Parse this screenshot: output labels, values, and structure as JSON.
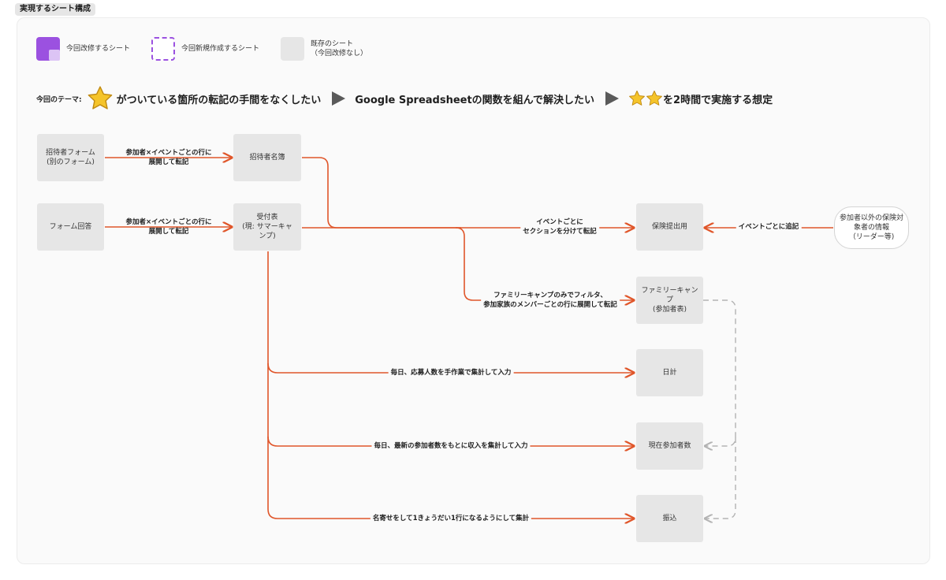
{
  "page_tag": "実現するシート構成",
  "legend": {
    "modified": "今回改修するシート",
    "new": "今回新規作成するシート",
    "existing": "既存のシート\n（今回改修なし）"
  },
  "theme": {
    "prefix": "今回のテーマ:",
    "part1": "がついている箇所の転記の手間をなくしたい",
    "part2": "Google Spreadsheetの関数を組んで解決したい",
    "part3": "を2時間で実施する想定"
  },
  "nodes": {
    "invite_form": "招待者フォーム\n(別のフォーム)",
    "invite_list": "招待者名簿",
    "form_response": "フォーム回答",
    "reception": "受付表\n(現: サマーキャ\nンプ)",
    "insurance": "保険提出用",
    "family_camp": "ファミリーキャン\nプ\n(参加者表)",
    "daily": "日計",
    "current_count": "現在参加者数",
    "transfer": "振込",
    "non_participant": "参加者以外の保険対\n象者の情報\n（リーダー等)"
  },
  "edges": {
    "invite_to_list": "参加者×イベントごとの行に\n展開して転記",
    "form_to_reception": "参加者×イベントごとの行に\n展開して転記",
    "to_insurance": "イベントごとに\nセクションを分けて転記",
    "external_to_insurance": "イベントごとに追記",
    "to_family": "ファミリーキャンプのみでフィルタ、\n参加家族のメンバーごとの行に展開して転記",
    "to_daily": "毎日、応募人数を手作業で集計して入力",
    "to_current": "毎日、最新の参加者数をもとに収入を集計して入力",
    "to_transfer": "名寄せをして1きょうだい1行になるようにして集計"
  },
  "colors": {
    "edge": "#e0562a",
    "dashed": "#b3b3b3",
    "purple": "#9b51e0",
    "node": "#e6e6e6",
    "star": "#f5c42a"
  }
}
